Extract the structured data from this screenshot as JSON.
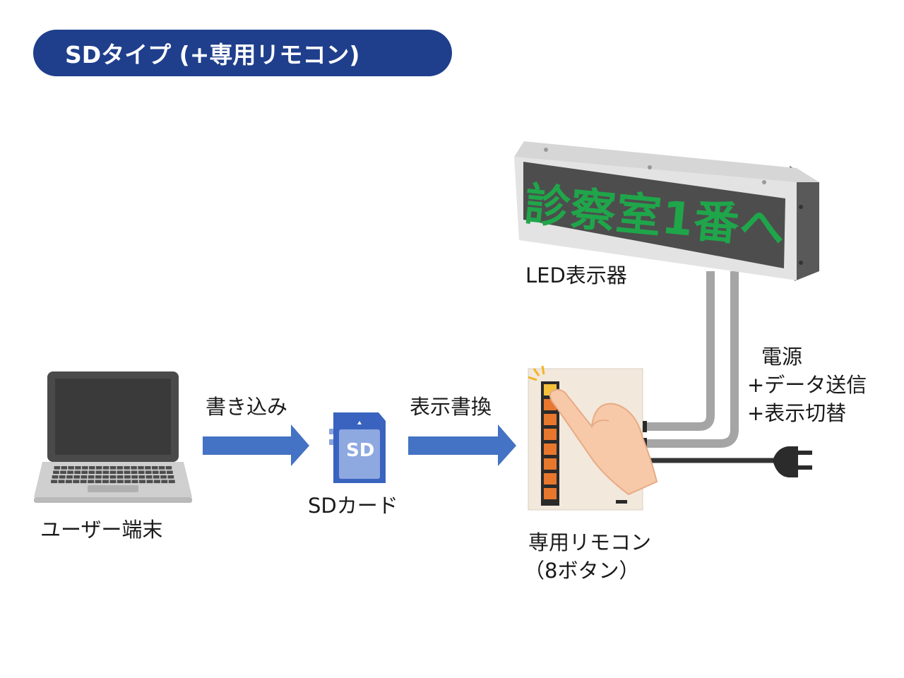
{
  "title": "SDタイプ (+専用リモコン)",
  "led_display_text": "診察室1番へ",
  "sd_card_text": "SD",
  "labels": {
    "user_terminal": "ユーザー端末",
    "write": "書き込み",
    "sd_card": "SDカード",
    "display_rewrite": "表示書換",
    "led_display": "LED表示器",
    "remote_line1": "専用リモコン",
    "remote_line2": "（8ボタン）",
    "power": "電源",
    "data_send": "+データ送信",
    "display_switch": "+表示切替"
  },
  "colors": {
    "title_bg": "#1f3f8c",
    "arrow": "#4472c4",
    "led_text": "#1fa64a",
    "remote_button": "#e8772e"
  }
}
